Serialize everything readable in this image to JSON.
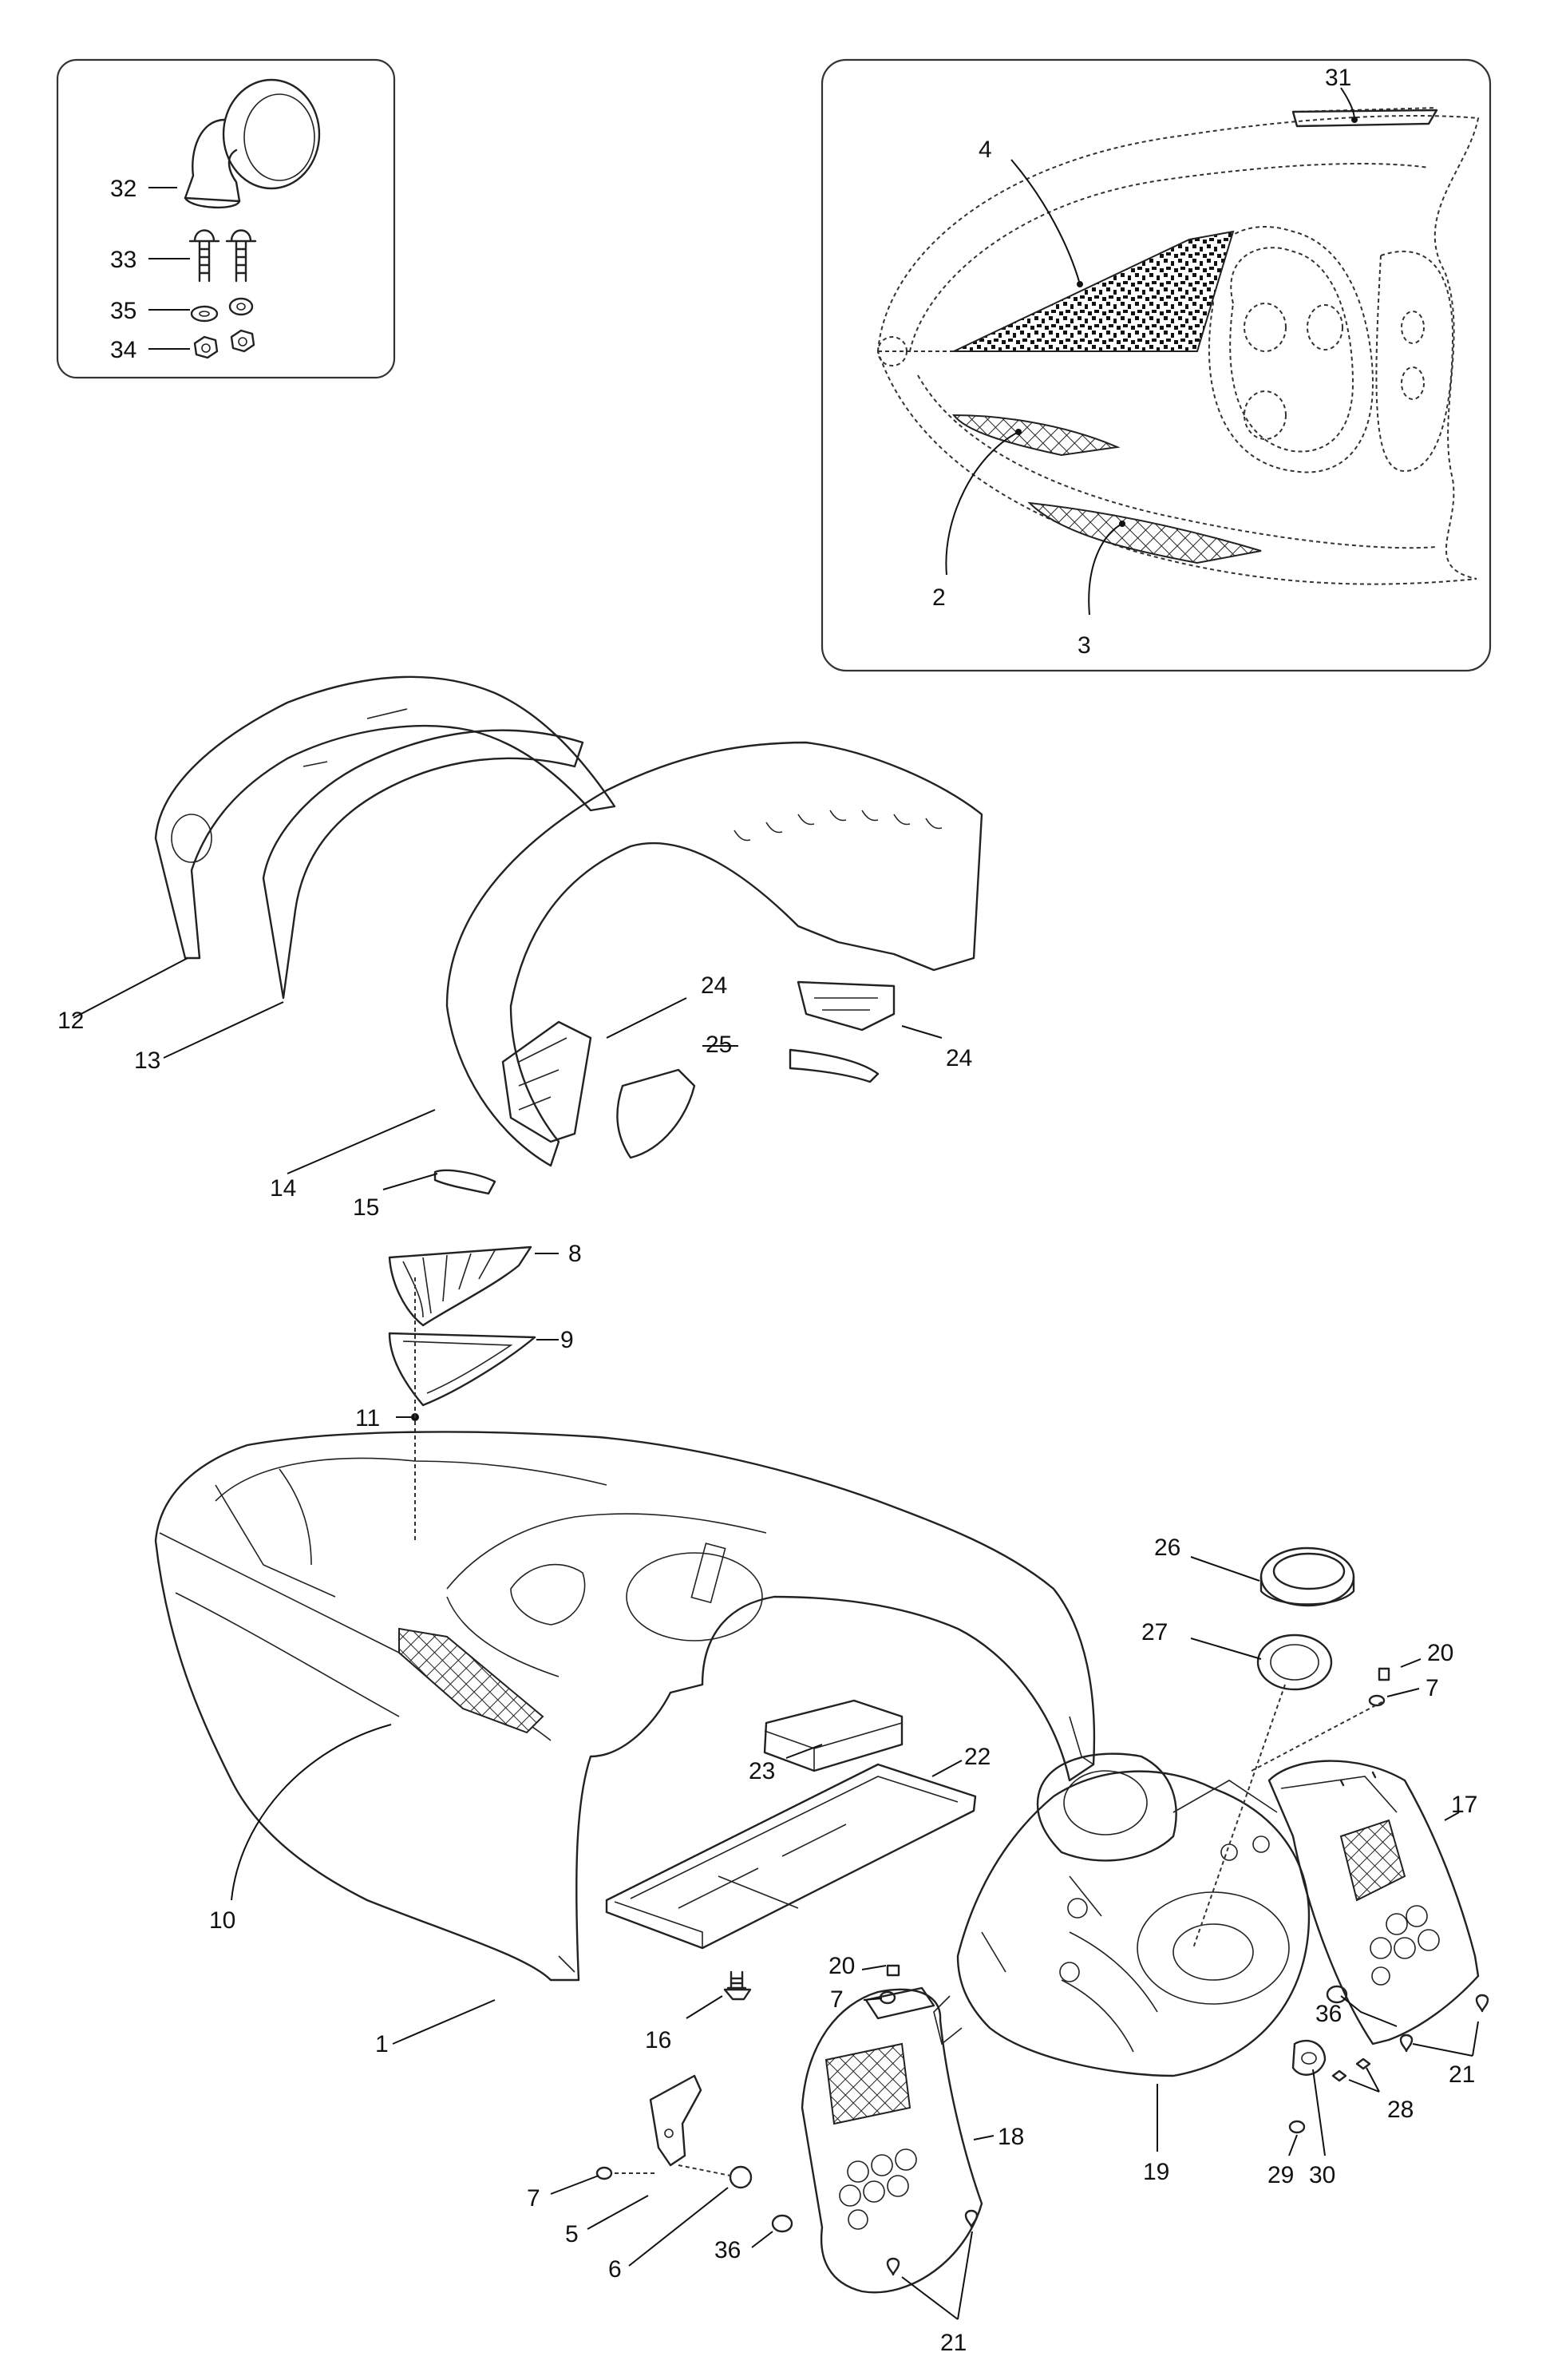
{
  "callouts": {
    "n1": "1",
    "n2": "2",
    "n3": "3",
    "n4": "4",
    "n5": "5",
    "n6": "6",
    "n7a": "7",
    "n7b": "7",
    "n7c": "7",
    "n8": "8",
    "n9": "9",
    "n10": "10",
    "n11": "11",
    "n12": "12",
    "n13": "13",
    "n14": "14",
    "n15": "15",
    "n16": "16",
    "n17": "17",
    "n18": "18",
    "n19": "19",
    "n20a": "20",
    "n20b": "20",
    "n21a": "21",
    "n21b": "21",
    "n22": "22",
    "n23": "23",
    "n24a": "24",
    "n24b": "24",
    "n25": "25",
    "n26": "26",
    "n27": "27",
    "n28": "28",
    "n29": "29",
    "n30": "30",
    "n31": "31",
    "n32": "32",
    "n33": "33",
    "n34": "34",
    "n35": "35",
    "n36a": "36",
    "n36b": "36"
  },
  "colors": {
    "line": "#222222",
    "background": "#ffffff",
    "inset_border": "#333333"
  }
}
